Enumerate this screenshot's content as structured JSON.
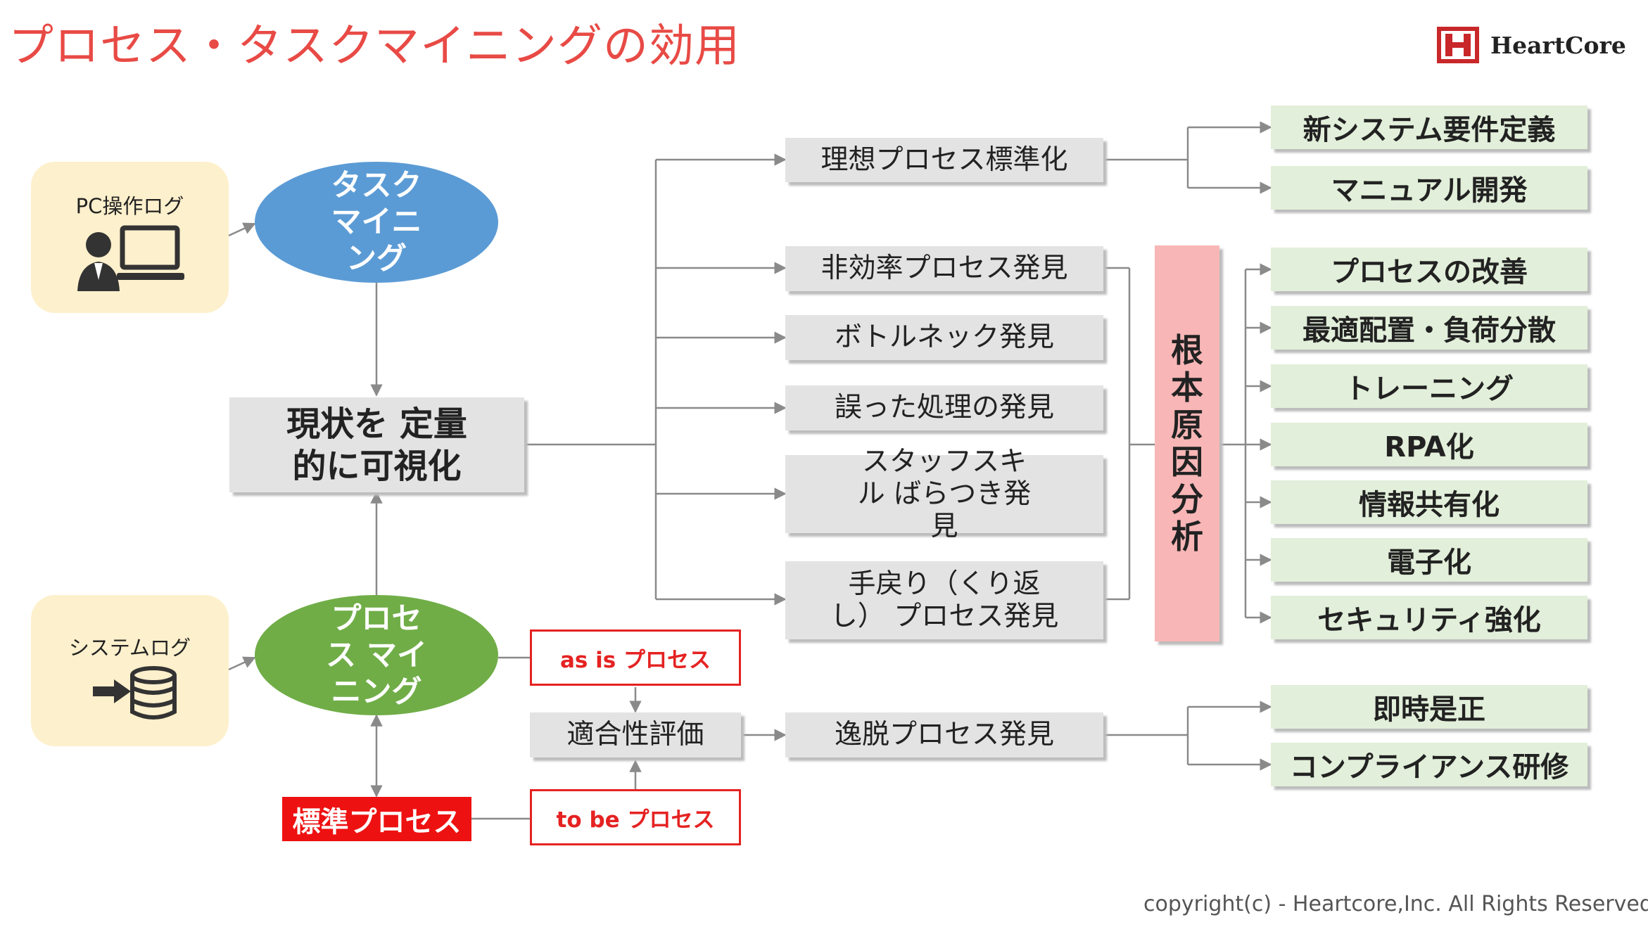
{
  "title": "プロセス・タスクマイニングの効用",
  "logo": {
    "text": "HeartCore",
    "icon": "heartcore-logo-icon"
  },
  "sources": {
    "pc_log": {
      "label": "PC操作ログ",
      "icon": "pc-user-icon"
    },
    "system_log": {
      "label": "システムログ",
      "icon": "database-import-icon"
    }
  },
  "mining": {
    "task": "タスク マイニング",
    "process": "プロセス マイニング"
  },
  "center": "現状を 定量的に可視化",
  "findings": {
    "ideal": "理想プロセス標準化",
    "inefficient": "非効率プロセス発見",
    "bottleneck": "ボトルネック発見",
    "mistake": "誤った処理の発見",
    "skill": "スタッフスキル ばらつき発見",
    "rework": "手戻り（くり返し） プロセス発見",
    "deviation": "逸脱プロセス発見"
  },
  "root_cause": "根本原因分析",
  "outcomes": {
    "ideal": [
      "新システム要件定義",
      "マニュアル開発"
    ],
    "rca": [
      "プロセスの改善",
      "最適配置・負荷分散",
      "トレーニング",
      "RPA化",
      "情報共有化",
      "電子化",
      "セキュリティ強化"
    ],
    "deviation": [
      "即時是正",
      "コンプライアンス研修"
    ]
  },
  "conformance": {
    "as_is": "as is プロセス",
    "to_be": "to be プロセス",
    "evaluation": "適合性評価",
    "standard": "標準プロセス"
  },
  "footer": "copyright(c)  - Heartcore,Inc. All Rights Reserved",
  "colors": {
    "title": "#e84a45",
    "task_mining": "#5b9bd5",
    "process_mining": "#70ad47",
    "source_box": "#fdf0cc",
    "finding_box": "#e3e3e3",
    "outcome_box": "#e2efda",
    "root_cause": "#f8b6b6",
    "standard_process": "#ee1111"
  }
}
